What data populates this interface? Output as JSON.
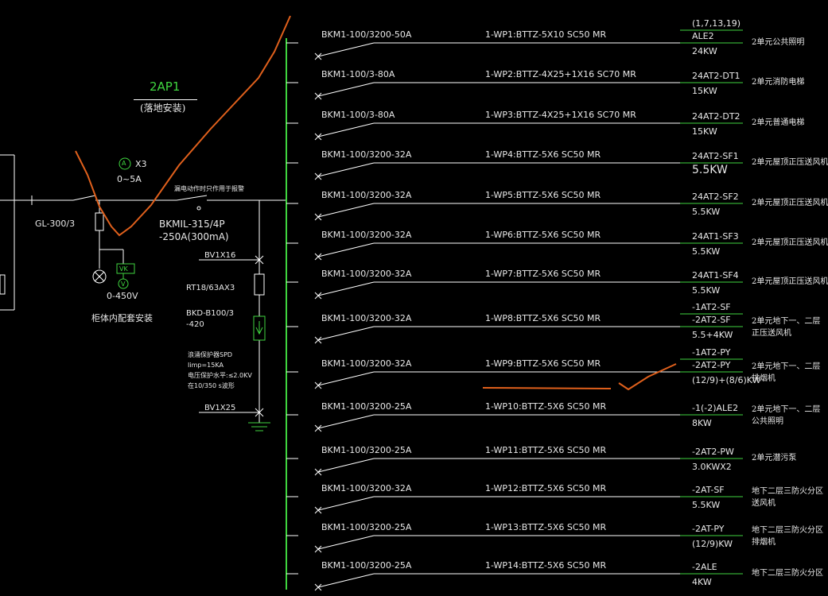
{
  "panel": {
    "name": "2AP1",
    "install": "(落地安装)",
    "ammeter": "X3",
    "ammeter_range": "0~5A",
    "ammeter_symbol": "A",
    "main_switch": "GL-300/3",
    "main_breaker_label": "漏电动作时只作用于报警",
    "main_breaker_model": "BKMIL-315/4P",
    "main_breaker_rating": "-250A(300mA)",
    "voltmeter_range": "0-450V",
    "vk_label": "VK",
    "v_symbol": "V",
    "cabinet_note": "柜体内配套安装",
    "spd_wire1": "BV1X16",
    "spd_fuse": "RT18/63AX3",
    "spd_breaker": "BKD-B100/3",
    "spd_breaker2": "-420",
    "spd_desc": [
      "浪涌保护器SPD",
      "Iimp=15KA",
      "电压保护水平:≤2.0KV",
      "在10/350  s波形"
    ],
    "spd_wire2": "BV1X25"
  },
  "circuits": [
    {
      "breaker": "BKM1-100/3200-50A",
      "cable": "1-WP1:BTTZ-5X10   SC50  MR",
      "load_top": "(1,7,13,19)",
      "load_mid": "ALE2",
      "load_kw": "24KW",
      "desc": [
        "2单元公共照明"
      ]
    },
    {
      "breaker": "BKM1-100/3-80A",
      "cable": "1-WP2:BTTZ-4X25+1X16  SC70  MR",
      "load_top": "",
      "load_mid": "24AT2-DT1",
      "load_kw": "15KW",
      "desc": [
        "2单元消防电梯"
      ]
    },
    {
      "breaker": "BKM1-100/3-80A",
      "cable": "1-WP3:BTTZ-4X25+1X16  SC70  MR",
      "load_top": "",
      "load_mid": "24AT2-DT2",
      "load_kw": "15KW",
      "desc": [
        "2单元普通电梯"
      ]
    },
    {
      "breaker": "BKM1-100/3200-32A",
      "cable": "1-WP4:BTTZ-5X6   SC50  MR",
      "load_top": "",
      "load_mid": "24AT2-SF1",
      "load_kw": "5.5KW",
      "desc": [
        "2单元屋顶正压送风机"
      ]
    },
    {
      "breaker": "BKM1-100/3200-32A",
      "cable": "1-WP5:BTTZ-5X6   SC50  MR",
      "load_top": "",
      "load_mid": "24AT2-SF2",
      "load_kw": "5.5KW",
      "desc": [
        "2单元屋顶正压送风机"
      ]
    },
    {
      "breaker": "BKM1-100/3200-32A",
      "cable": "1-WP6:BTTZ-5X6   SC50  MR",
      "load_top": "",
      "load_mid": "24AT1-SF3",
      "load_kw": "5.5KW",
      "desc": [
        "2单元屋顶正压送风机"
      ]
    },
    {
      "breaker": "BKM1-100/3200-32A",
      "cable": "1-WP7:BTTZ-5X6   SC50  MR",
      "load_top": "",
      "load_mid": "24AT1-SF4",
      "load_kw": "5.5KW",
      "desc": [
        "2单元屋顶正压送风机"
      ]
    },
    {
      "breaker": "BKM1-100/3200-32A",
      "cable": "1-WP8:BTTZ-5X6   SC50  MR",
      "load_top": "-1AT2-SF",
      "load_mid": "-2AT2-SF",
      "load_kw": "5.5+4KW",
      "desc": [
        "2单元地下一、二层",
        "正压送风机"
      ]
    },
    {
      "breaker": "BKM1-100/3200-32A",
      "cable": "1-WP9:BTTZ-5X6   SC50  MR",
      "load_top": "-1AT2-PY",
      "load_mid": "-2AT2-PY",
      "load_kw": "(12/9)+(8/6)KW",
      "desc": [
        "2单元地下一、二层",
        "排烟机"
      ]
    },
    {
      "breaker": "BKM1-100/3200-25A",
      "cable": "1-WP10:BTTZ-5X6   SC50  MR",
      "load_top": "",
      "load_mid": "-1(-2)ALE2",
      "load_kw": "8KW",
      "desc": [
        "2单元地下一、二层",
        "公共照明"
      ]
    },
    {
      "breaker": "BKM1-100/3200-25A",
      "cable": "1-WP11:BTTZ-5X6   SC50  MR",
      "load_top": "",
      "load_mid": "-2AT2-PW",
      "load_kw": "3.0KWX2",
      "desc": [
        "2单元潜污泵"
      ]
    },
    {
      "breaker": "BKM1-100/3200-32A",
      "cable": "1-WP12:BTTZ-5X6   SC50  MR",
      "load_top": "",
      "load_mid": "-2AT-SF",
      "load_kw": "5.5KW",
      "desc": [
        "地下二层三防火分区",
        "送风机"
      ]
    },
    {
      "breaker": "BKM1-100/3200-25A",
      "cable": "1-WP13:BTTZ-5X6   SC50  MR",
      "load_top": "",
      "load_mid": "-2AT-PY",
      "load_kw": "(12/9)KW",
      "desc": [
        "地下二层三防火分区",
        "排烟机"
      ]
    },
    {
      "breaker": "BKM1-100/3200-25A",
      "cable": "1-WP14:BTTZ-5X6   SC50  MR",
      "load_top": "",
      "load_mid": "-2ALE",
      "load_kw": "4KW",
      "desc": [
        "地下二层三防火分区"
      ]
    }
  ],
  "colors": {
    "background": "#000000",
    "line": "#ffffff",
    "bus": "#3fd53f",
    "markup": "#e0601c",
    "text": "#e8e8e8"
  }
}
